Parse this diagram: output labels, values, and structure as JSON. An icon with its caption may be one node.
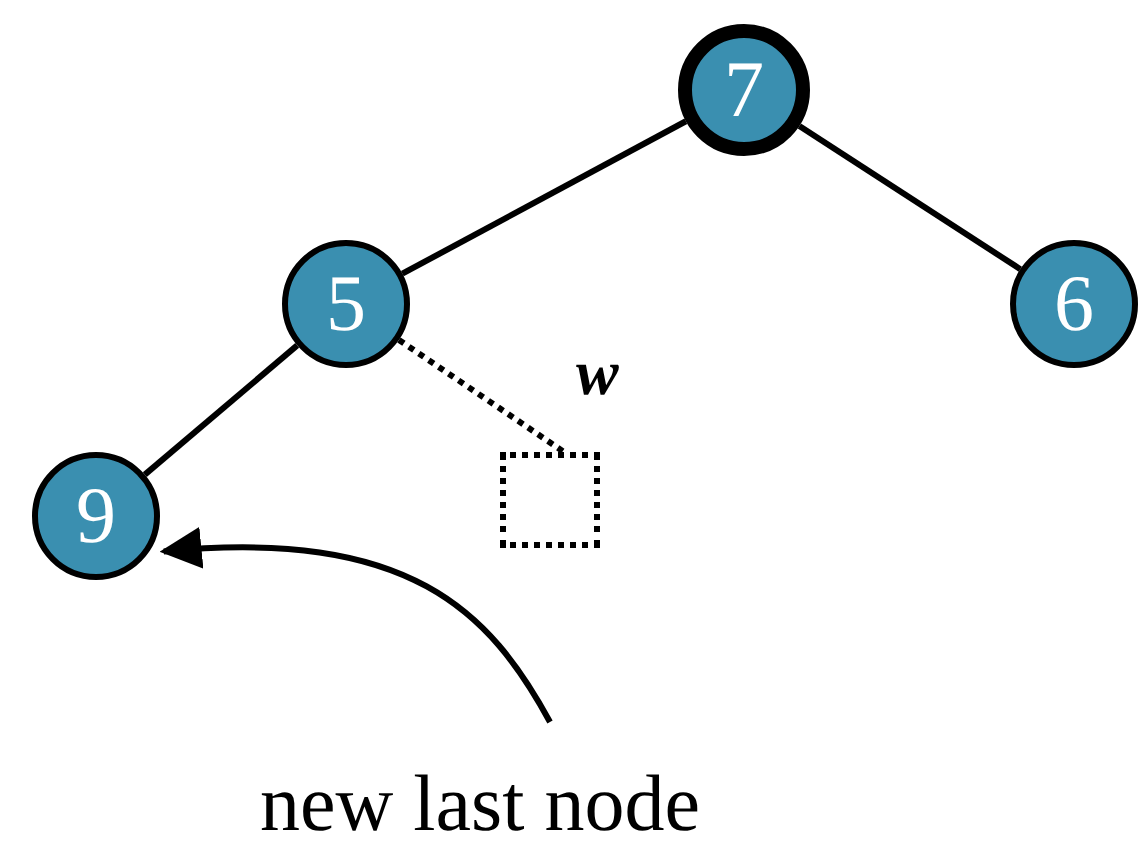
{
  "diagram": {
    "nodes": [
      {
        "text": [
          "7"
        ]
      },
      {
        "text": [
          "5"
        ]
      },
      {
        "text": [
          "6"
        ]
      },
      {
        "text": [
          "9"
        ]
      },
      {
        "text": [
          "w"
        ]
      },
      {
        "text": [
          "new last node"
        ]
      }
    ],
    "edges": [
      {
        "from": 0,
        "to": 1,
        "arrow": "none"
      },
      {
        "from": 0,
        "to": 2,
        "arrow": "none"
      },
      {
        "from": 1,
        "to": 3,
        "arrow": "none"
      },
      {
        "from": 1,
        "to": 4,
        "arrow": "none",
        "style": "dashed"
      },
      {
        "from": 5,
        "to": 3,
        "arrow": "to"
      }
    ]
  }
}
